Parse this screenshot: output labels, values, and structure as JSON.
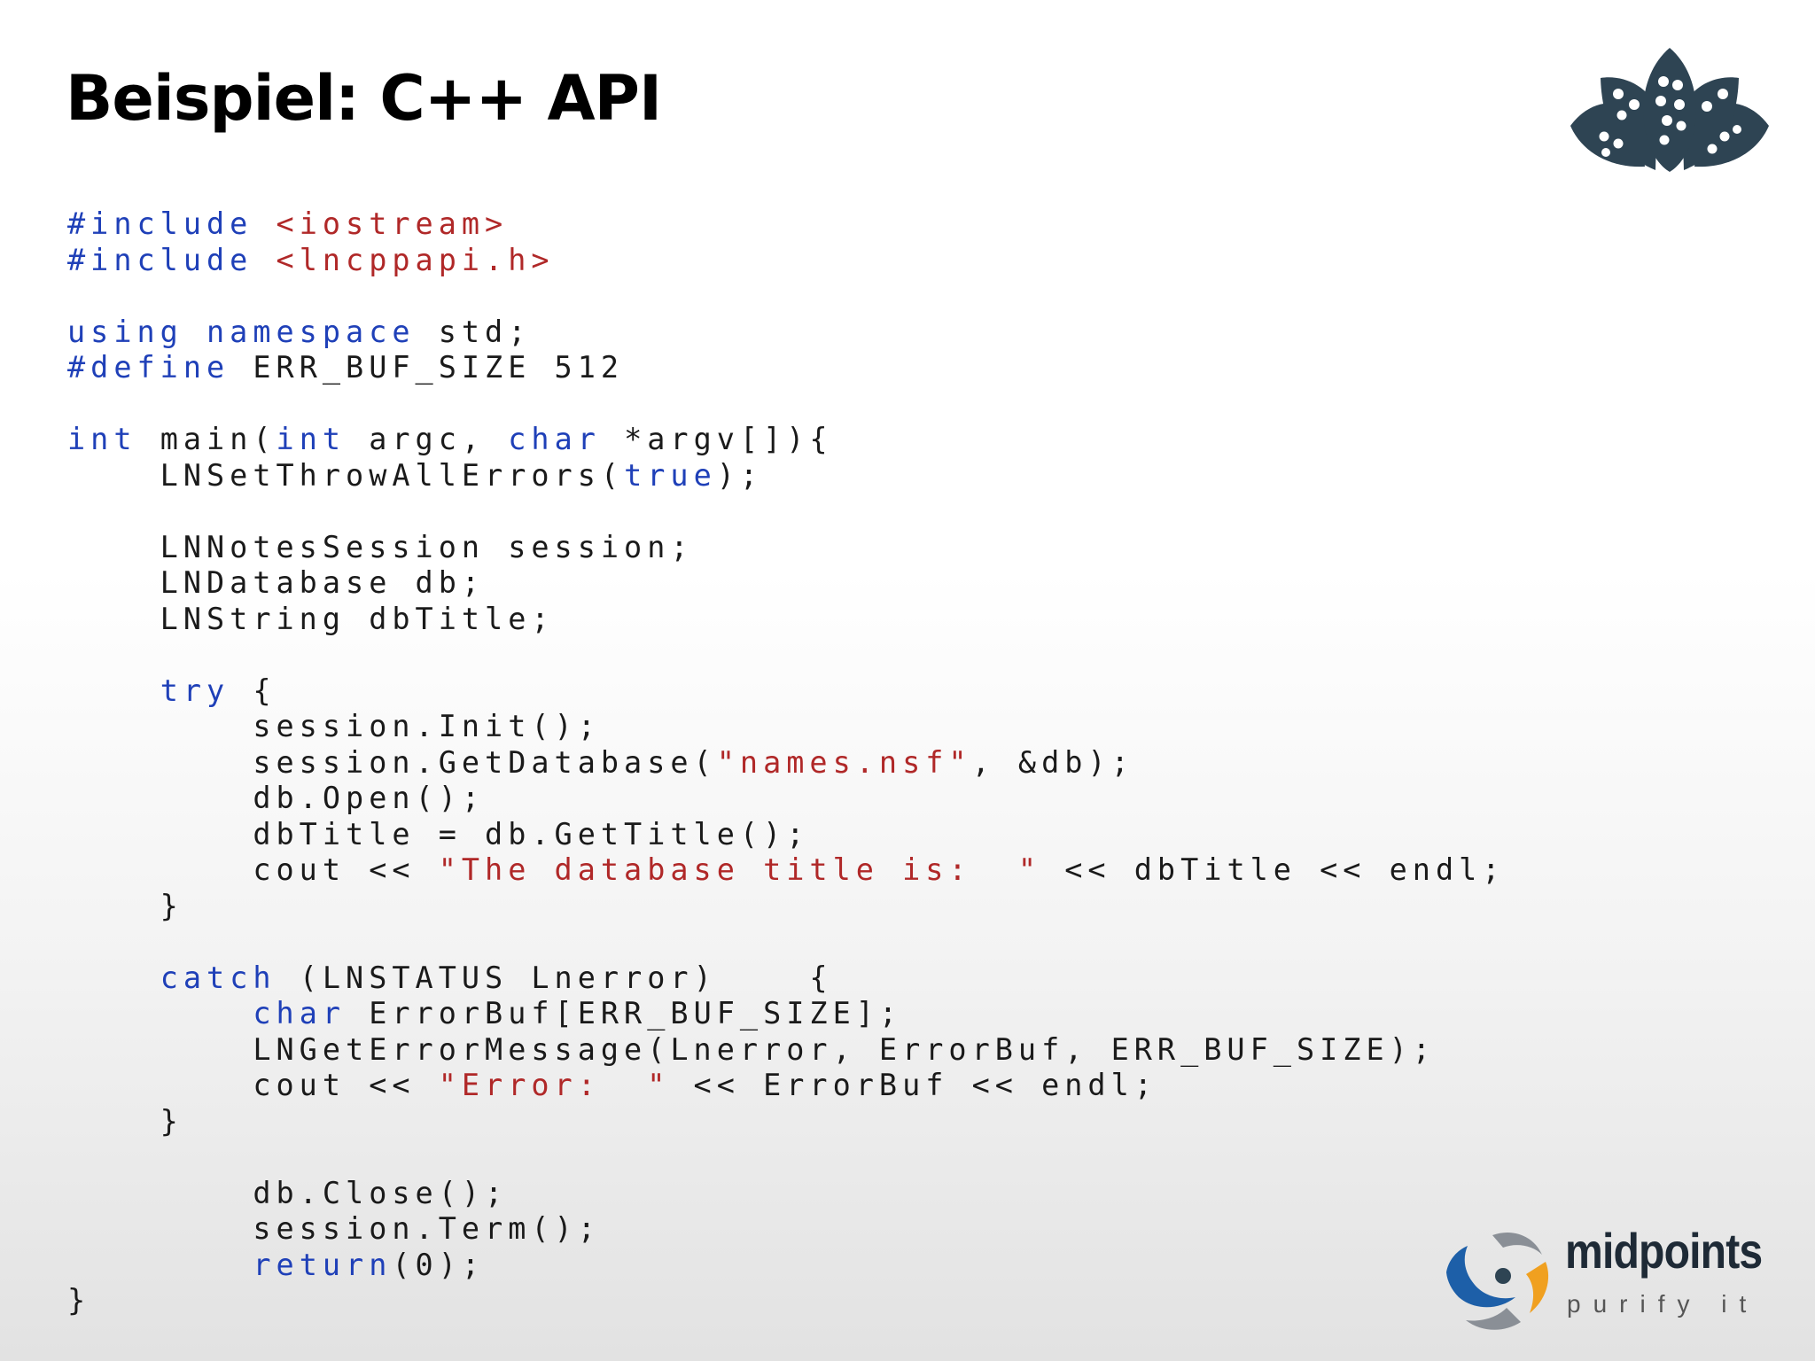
{
  "slide": {
    "title": "Beispiel: C++ API",
    "colors": {
      "keyword": "#1f40b8",
      "string": "#b02828",
      "text": "#1a1a1a",
      "logo_dark": "#2e4453",
      "accent_orange": "#f0a020",
      "accent_blue": "#1d5fa8"
    },
    "icons": {
      "top_right": "lotus-logo-icon",
      "bottom_right": "midpoints-swirl-icon"
    }
  },
  "code": {
    "lines": [
      [
        {
          "t": "#include ",
          "c": "kw"
        },
        {
          "t": "<iostream>",
          "c": "str"
        }
      ],
      [
        {
          "t": "#include ",
          "c": "kw"
        },
        {
          "t": "<lncppapi.h>",
          "c": "str"
        }
      ],
      [],
      [
        {
          "t": "using namespace ",
          "c": "kw"
        },
        {
          "t": "std;",
          "c": "txt"
        }
      ],
      [
        {
          "t": "#define ",
          "c": "kw"
        },
        {
          "t": "ERR_BUF_SIZE 512",
          "c": "txt"
        }
      ],
      [],
      [
        {
          "t": "int ",
          "c": "kw"
        },
        {
          "t": "main(",
          "c": "txt"
        },
        {
          "t": "int ",
          "c": "kw"
        },
        {
          "t": "argc, ",
          "c": "txt"
        },
        {
          "t": "char ",
          "c": "kw"
        },
        {
          "t": "*argv[]){",
          "c": "txt"
        }
      ],
      [
        {
          "t": "    LNSetThrowAllErrors(",
          "c": "txt"
        },
        {
          "t": "true",
          "c": "kw"
        },
        {
          "t": ");",
          "c": "txt"
        }
      ],
      [],
      [
        {
          "t": "    LNNotesSession session;",
          "c": "txt"
        }
      ],
      [
        {
          "t": "    LNDatabase db;",
          "c": "txt"
        }
      ],
      [
        {
          "t": "    LNString dbTitle;",
          "c": "txt"
        }
      ],
      [],
      [
        {
          "t": "    ",
          "c": "txt"
        },
        {
          "t": "try ",
          "c": "kw"
        },
        {
          "t": "{",
          "c": "txt"
        }
      ],
      [
        {
          "t": "        session.Init();",
          "c": "txt"
        }
      ],
      [
        {
          "t": "        session.GetDatabase(",
          "c": "txt"
        },
        {
          "t": "\"names.nsf\"",
          "c": "str"
        },
        {
          "t": ", &db);",
          "c": "txt"
        }
      ],
      [
        {
          "t": "        db.Open();",
          "c": "txt"
        }
      ],
      [
        {
          "t": "        dbTitle = db.GetTitle();",
          "c": "txt"
        }
      ],
      [
        {
          "t": "        cout << ",
          "c": "txt"
        },
        {
          "t": "\"The database title is:  \"",
          "c": "str"
        },
        {
          "t": " << dbTitle << endl;",
          "c": "txt"
        }
      ],
      [
        {
          "t": "    }",
          "c": "txt"
        }
      ],
      [],
      [
        {
          "t": "    ",
          "c": "txt"
        },
        {
          "t": "catch ",
          "c": "kw"
        },
        {
          "t": "(LNSTATUS Lnerror)    {",
          "c": "txt"
        }
      ],
      [
        {
          "t": "        ",
          "c": "txt"
        },
        {
          "t": "char ",
          "c": "kw"
        },
        {
          "t": "ErrorBuf[ERR_BUF_SIZE];",
          "c": "txt"
        }
      ],
      [
        {
          "t": "        LNGetErrorMessage(Lnerror, ErrorBuf, ERR_BUF_SIZE);",
          "c": "txt"
        }
      ],
      [
        {
          "t": "        cout << ",
          "c": "txt"
        },
        {
          "t": "\"Error:  \"",
          "c": "str"
        },
        {
          "t": " << ErrorBuf << endl;",
          "c": "txt"
        }
      ],
      [
        {
          "t": "    }",
          "c": "txt"
        }
      ],
      [],
      [
        {
          "t": "        db.Close();",
          "c": "txt"
        }
      ],
      [
        {
          "t": "        session.Term();",
          "c": "txt"
        }
      ],
      [
        {
          "t": "        ",
          "c": "txt"
        },
        {
          "t": "return",
          "c": "kw"
        },
        {
          "t": "(0);",
          "c": "txt"
        }
      ],
      [
        {
          "t": "}",
          "c": "txt"
        }
      ]
    ]
  },
  "branding": {
    "company_name": "midpoints",
    "tagline": "purify it"
  }
}
